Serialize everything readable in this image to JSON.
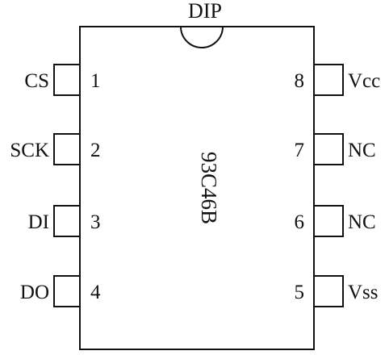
{
  "package_label": "DIP",
  "chip_name": "93C46B",
  "stroke_color": "#111111",
  "background_color": "#ffffff",
  "pins_left": [
    {
      "number": "1",
      "name": "CS"
    },
    {
      "number": "2",
      "name": "SCK"
    },
    {
      "number": "3",
      "name": "DI"
    },
    {
      "number": "4",
      "name": "DO"
    }
  ],
  "pins_right": [
    {
      "number": "8",
      "name": "Vcc"
    },
    {
      "number": "7",
      "name": "NC"
    },
    {
      "number": "6",
      "name": "NC"
    },
    {
      "number": "5",
      "name": "Vss"
    }
  ]
}
